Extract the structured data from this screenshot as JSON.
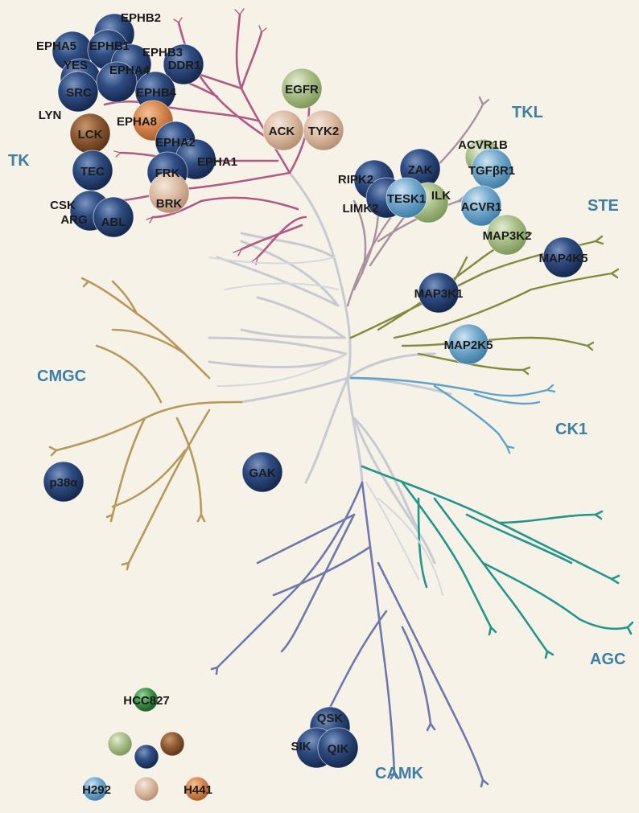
{
  "colors": {
    "background": "#f7f2e8",
    "family_label": "#3d7fa3",
    "navy_bead": "#1f3a6a",
    "green_bead": "#9db57a",
    "brown_bead": "#8a5530",
    "lightblue_bead": "#5e9ac0",
    "beige_bead": "#d6b59d",
    "orange_bead": "#d0804a",
    "darkgreen_bead": "#2c7f3a",
    "branch_TK": "#b05a86",
    "branch_TKL": "#a890a0",
    "branch_STE": "#7f8c3d",
    "branch_CK1": "#5fa3c8",
    "branch_AGC": "#23958a",
    "branch_CAMK": "#6f78ad",
    "branch_CMGC": "#b79a5a",
    "branch_core": "#c8ccd2"
  },
  "families": [
    "TK",
    "TKL",
    "STE",
    "CK1",
    "AGC",
    "CAMK",
    "CMGC"
  ],
  "kinases": [
    {
      "name": "EPHB2",
      "bead": "navy"
    },
    {
      "name": "EPHA5",
      "bead": "navy"
    },
    {
      "name": "EPHB1",
      "bead": "navy"
    },
    {
      "name": "EPHB3",
      "bead": "navy"
    },
    {
      "name": "YES",
      "bead": "navy"
    },
    {
      "name": "EPHA4",
      "bead": "navy"
    },
    {
      "name": "DDR1",
      "bead": "navy"
    },
    {
      "name": "SRC",
      "bead": "navy"
    },
    {
      "name": "EPHB4",
      "bead": "navy"
    },
    {
      "name": "LYN",
      "bead": "navy"
    },
    {
      "name": "EPHA8",
      "bead": "orange"
    },
    {
      "name": "LCK",
      "bead": "brown"
    },
    {
      "name": "EPHA2",
      "bead": "navy"
    },
    {
      "name": "EPHA1",
      "bead": "navy"
    },
    {
      "name": "TEC",
      "bead": "navy"
    },
    {
      "name": "FRK",
      "bead": "navy"
    },
    {
      "name": "CSK",
      "bead": "navy"
    },
    {
      "name": "BRK",
      "bead": "beige"
    },
    {
      "name": "ARG",
      "bead": "navy"
    },
    {
      "name": "ABL",
      "bead": "navy"
    },
    {
      "name": "EGFR",
      "bead": "green"
    },
    {
      "name": "ACK",
      "bead": "beige"
    },
    {
      "name": "TYK2",
      "bead": "beige"
    },
    {
      "name": "ACVR1B",
      "bead": "green"
    },
    {
      "name": "TGFβR1",
      "bead": "lightblue"
    },
    {
      "name": "ZAK",
      "bead": "navy"
    },
    {
      "name": "RIPK2",
      "bead": "navy"
    },
    {
      "name": "ILK",
      "bead": "green"
    },
    {
      "name": "LIMK2",
      "bead": "navy"
    },
    {
      "name": "TESK1",
      "bead": "lightblue"
    },
    {
      "name": "ACVR1",
      "bead": "lightblue"
    },
    {
      "name": "MAP3K2",
      "bead": "green"
    },
    {
      "name": "MAP4K5",
      "bead": "navy"
    },
    {
      "name": "MAP3K1",
      "bead": "navy"
    },
    {
      "name": "MAP2K5",
      "bead": "lightblue"
    },
    {
      "name": "GAK",
      "bead": "navy"
    },
    {
      "name": "p38α",
      "bead": "navy"
    },
    {
      "name": "QSK",
      "bead": "navy"
    },
    {
      "name": "SIK",
      "bead": "navy"
    },
    {
      "name": "QIK",
      "bead": "navy"
    }
  ],
  "legend": [
    {
      "label": "HCC827",
      "bead": "darkgreen"
    },
    {
      "label": "",
      "bead": "green"
    },
    {
      "label": "",
      "bead": "navy"
    },
    {
      "label": "",
      "bead": "brown"
    },
    {
      "label": "H292",
      "bead": "lightblue"
    },
    {
      "label": "",
      "bead": "beige"
    },
    {
      "label": "H441",
      "bead": "orange"
    }
  ]
}
